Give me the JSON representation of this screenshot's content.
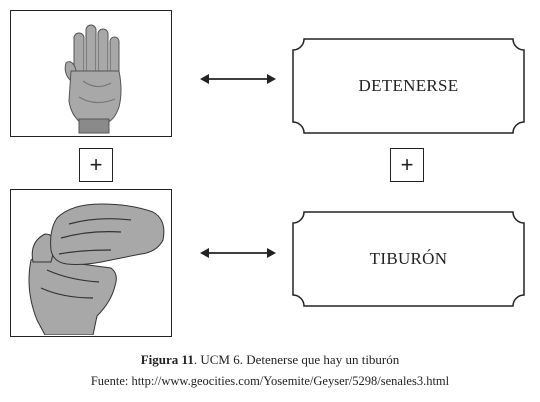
{
  "figure": {
    "meaning_top": "DETENERSE",
    "meaning_bottom": "TIBURÓN",
    "plus_symbol": "+",
    "caption_label": "Figura 11",
    "caption_text": ". UCM 6. Detenerse que hay un tiburón",
    "source": "Fuente: http://www.geocities.com/Yosemite/Geyser/5298/senales3.html",
    "icons": [
      "raised-open-hand-icon",
      "shark-fin-hand-sign-icon",
      "double-arrow-icon"
    ],
    "colors": {
      "ink": "#222222",
      "hand_fill": "#a8a8a8",
      "hand_shadow": "#7a7a7a"
    }
  }
}
